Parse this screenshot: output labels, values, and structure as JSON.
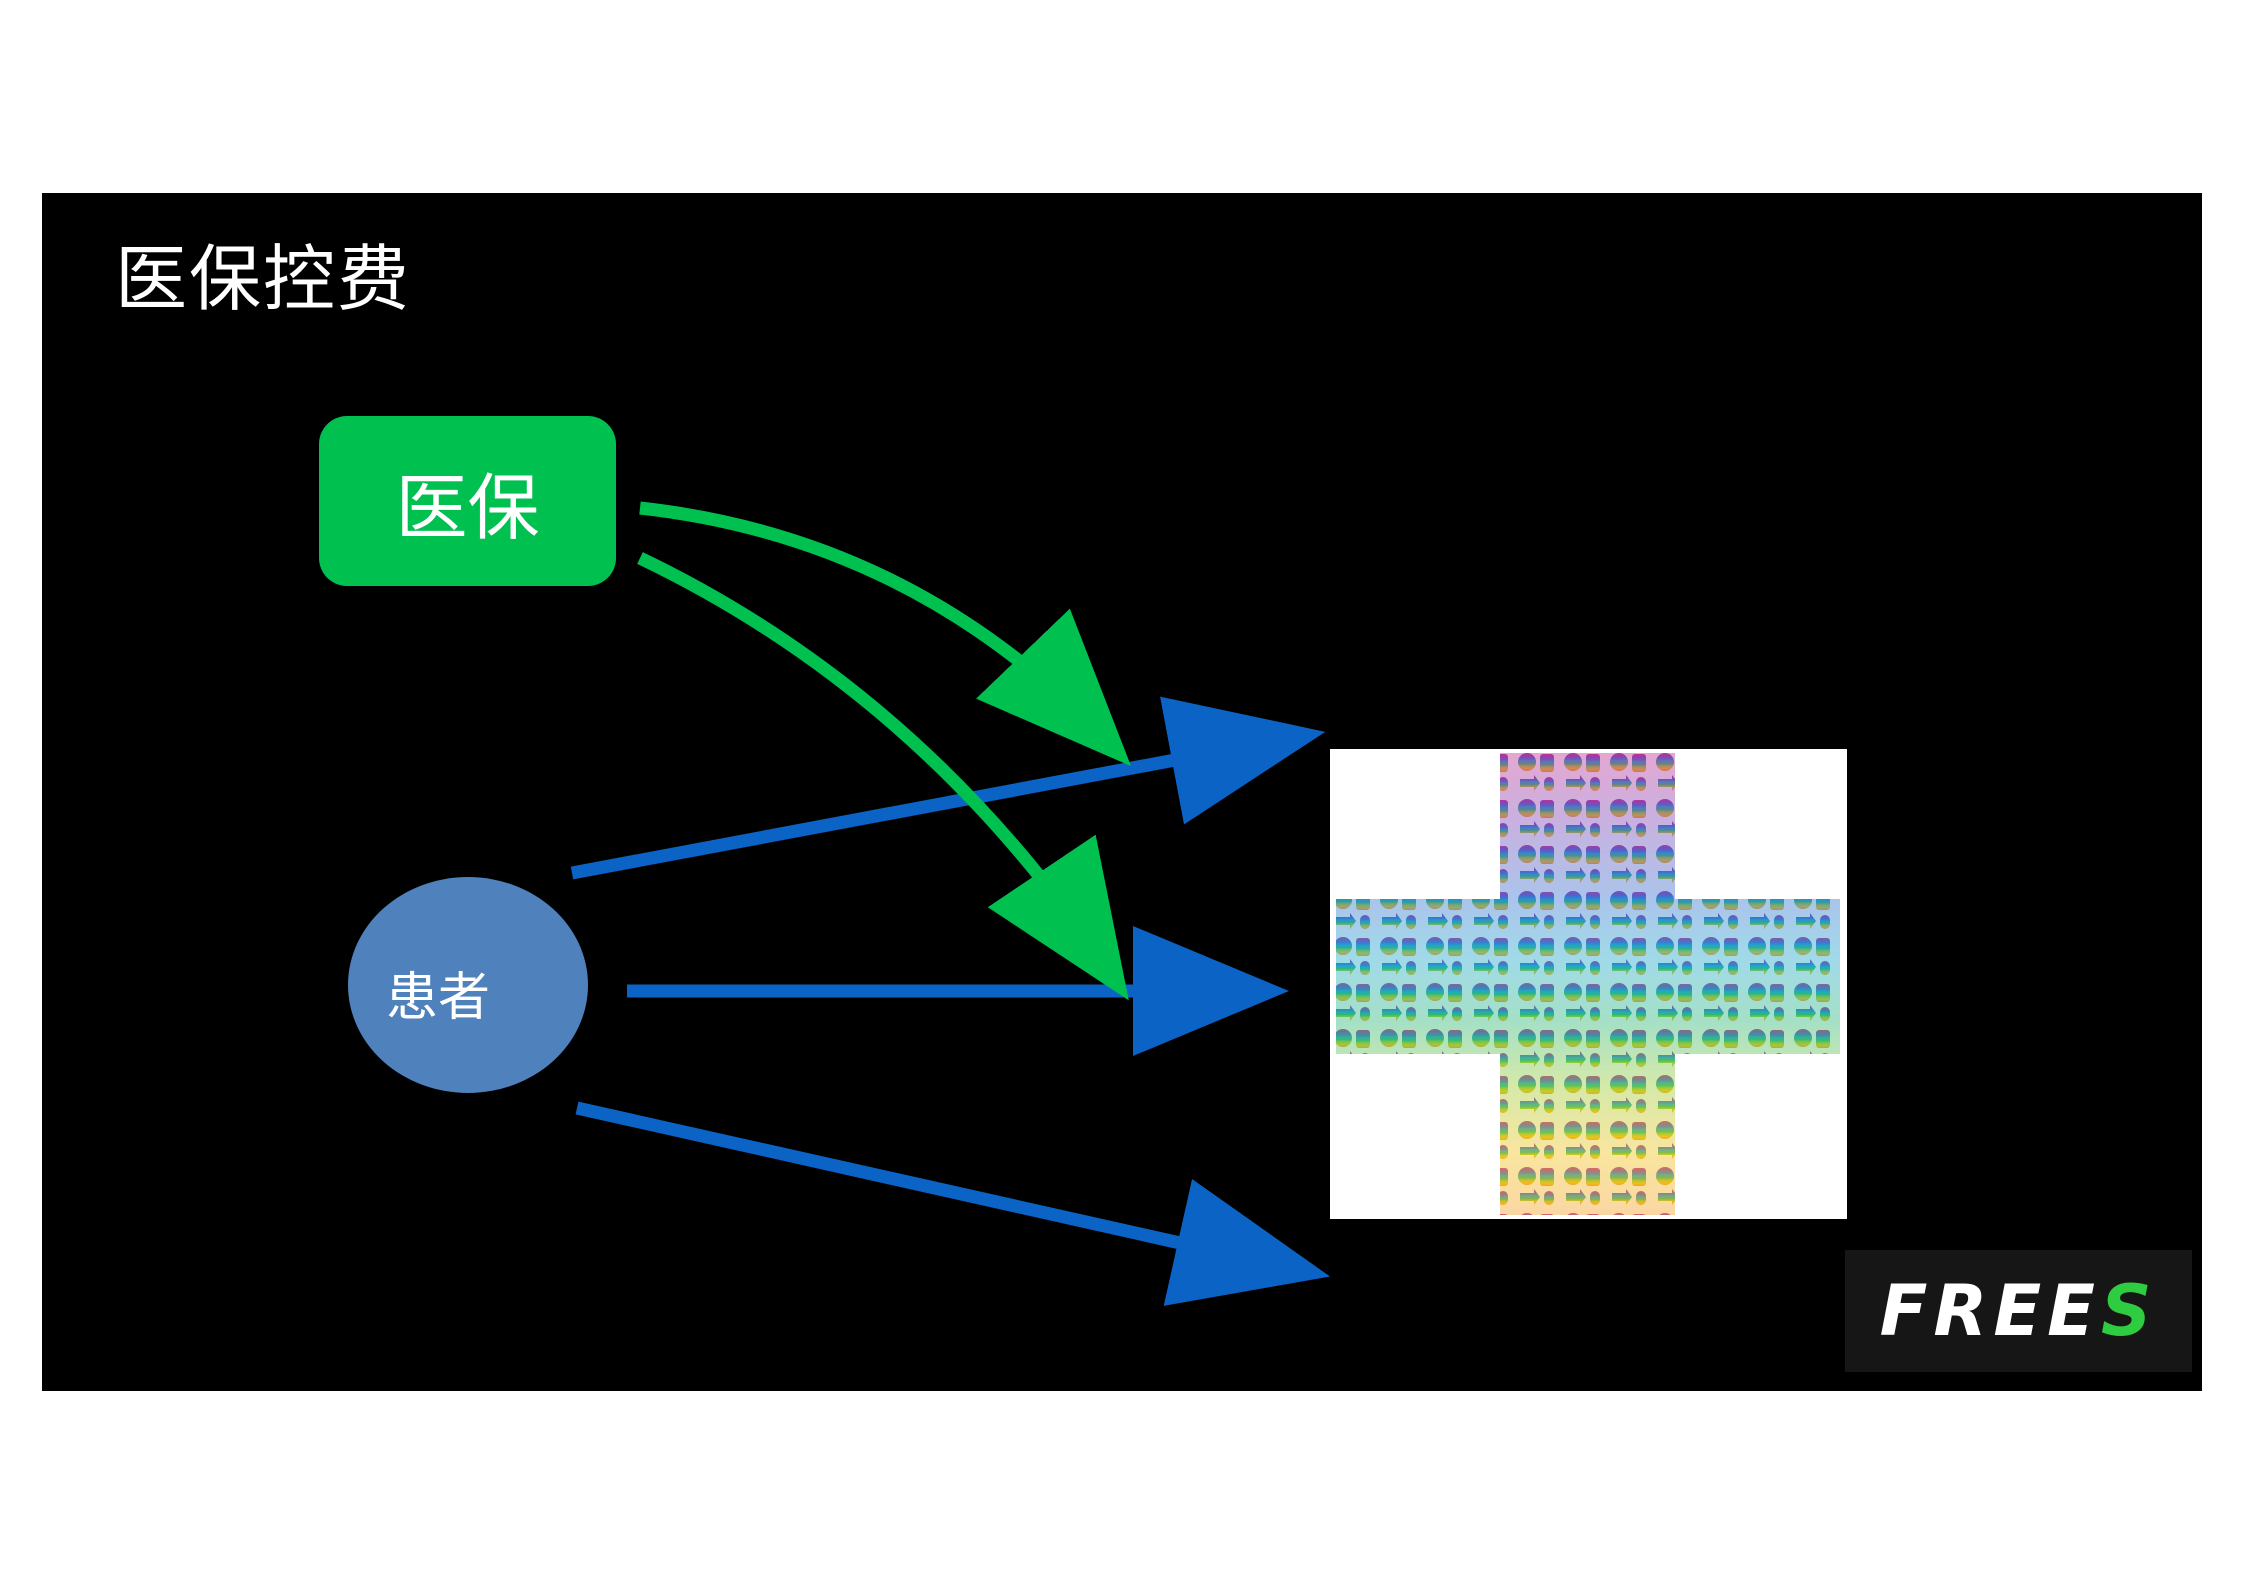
{
  "slide": {
    "title": "医保控费",
    "background": "#000000"
  },
  "nodes": {
    "insurance": {
      "label": "医保",
      "color": "#00c050"
    },
    "patient": {
      "label": "患者",
      "color": "#4f81bd"
    }
  },
  "arrows": {
    "green_color": "#00c050",
    "blue_color": "#0b63c6"
  },
  "hospital_image": {
    "description_icon": "medical-cross-icon-collage",
    "gradient_colors": [
      "#c2268f",
      "#7b3fb3",
      "#2f6fd0",
      "#16a6c9",
      "#22b573",
      "#9bcc2a",
      "#f2c212",
      "#f39a1c"
    ]
  },
  "logo": {
    "text_main": "FREE",
    "text_accent": "S",
    "accent_color": "#2ecc40"
  }
}
